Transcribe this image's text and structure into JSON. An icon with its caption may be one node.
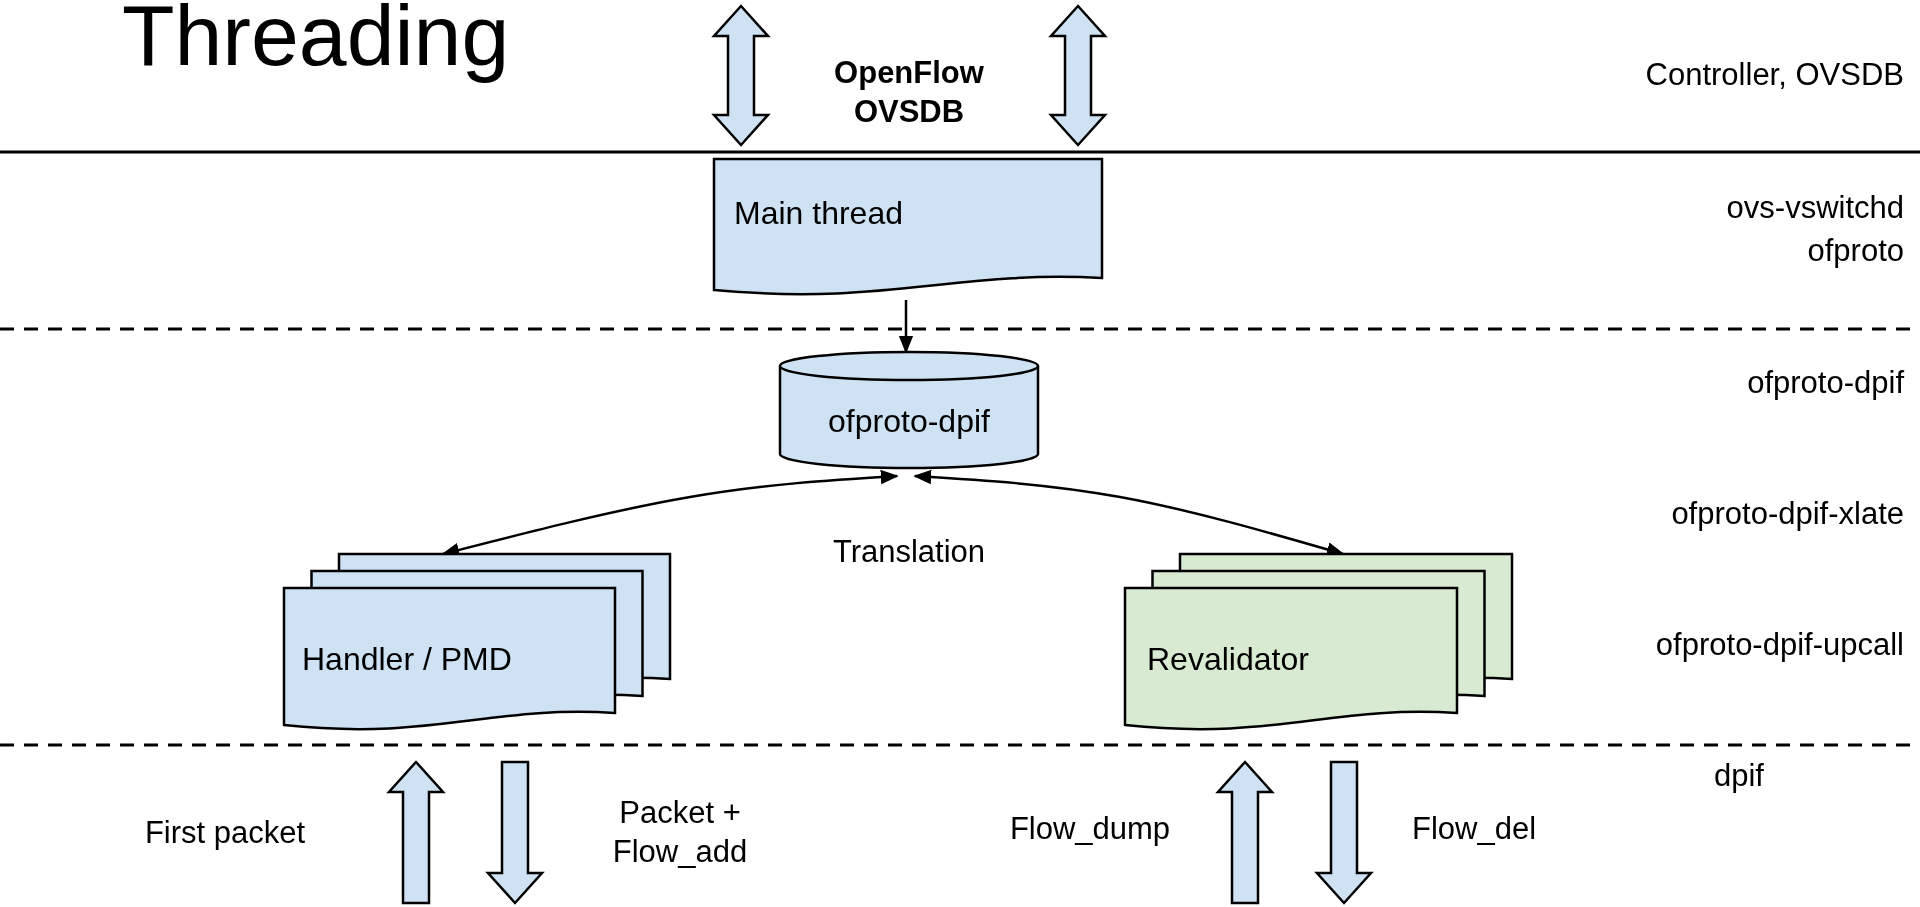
{
  "diagram": {
    "title": "Threading",
    "nodes": [
      {
        "text": [
          "Main thread"
        ]
      },
      {
        "text": [
          "ofproto-dpif"
        ]
      },
      {
        "text": [
          "Handler / PMD"
        ]
      },
      {
        "text": [
          "Revalidator"
        ]
      }
    ],
    "edges": [
      {
        "from": null,
        "to": 0,
        "arrow": "both",
        "style": "thick"
      },
      {
        "from": null,
        "to": 0,
        "arrow": "both",
        "style": "thick"
      },
      {
        "from": 0,
        "to": 1,
        "arrow": "to"
      },
      {
        "from": 1,
        "to": 2,
        "arrow": "both"
      },
      {
        "from": 1,
        "to": 3,
        "arrow": "both"
      },
      {
        "from": null,
        "to": 2,
        "arrow": "to",
        "style": "thick",
        "label": "First packet"
      },
      {
        "from": 2,
        "to": null,
        "arrow": "to",
        "style": "thick",
        "label": "Packet + Flow_add"
      },
      {
        "from": null,
        "to": 3,
        "arrow": "to",
        "style": "thick",
        "label": "Flow_dump"
      },
      {
        "from": 3,
        "to": null,
        "arrow": "to",
        "style": "thick",
        "label": "Flow_del"
      }
    ],
    "labels": [
      "OpenFlow OVSDB",
      "Controller, OVSDB",
      "ovs-vswitchd",
      "ofproto",
      "ofproto-dpif",
      "Translation",
      "ofproto-dpif-xlate",
      "ofproto-dpif-upcall",
      "dpif"
    ]
  }
}
